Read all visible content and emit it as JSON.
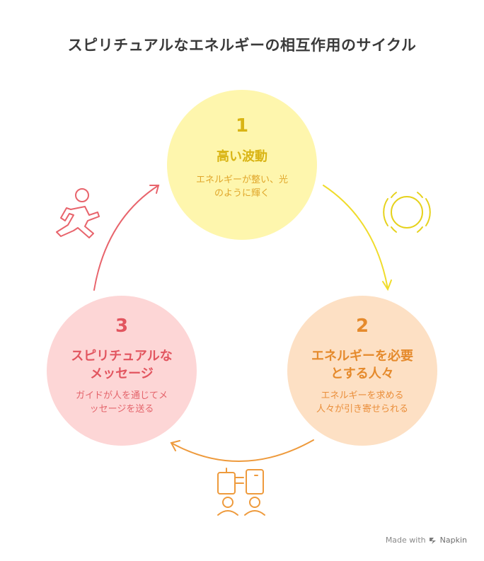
{
  "title": "スピリチュアルなエネルギーの相互作用のサイクル",
  "steps": [
    {
      "number": "1",
      "heading": "高い波動",
      "description_line1": "エネルギーが整い、光",
      "description_line2": "のように輝く",
      "icon": "sun-icon",
      "color": "#fef6ad",
      "accent": "#e6d21c"
    },
    {
      "number": "2",
      "heading_line1": "エネルギーを必要",
      "heading_line2": "とする人々",
      "description_line1": "エネルギーを求める",
      "description_line2": "人々が引き寄せられる",
      "icon": "people-plug-icon",
      "color": "#fde0c4",
      "accent": "#ee9a3c"
    },
    {
      "number": "3",
      "heading_line1": "スピリチュアルな",
      "heading_line2": "メッセージ",
      "description_line1": "ガイドが人を通じてメ",
      "description_line2": "ッセージを送る",
      "icon": "running-person-icon",
      "color": "#fdd6d6",
      "accent": "#e8646c"
    }
  ],
  "footer": {
    "made_with": "Made with",
    "brand": "Napkin"
  }
}
